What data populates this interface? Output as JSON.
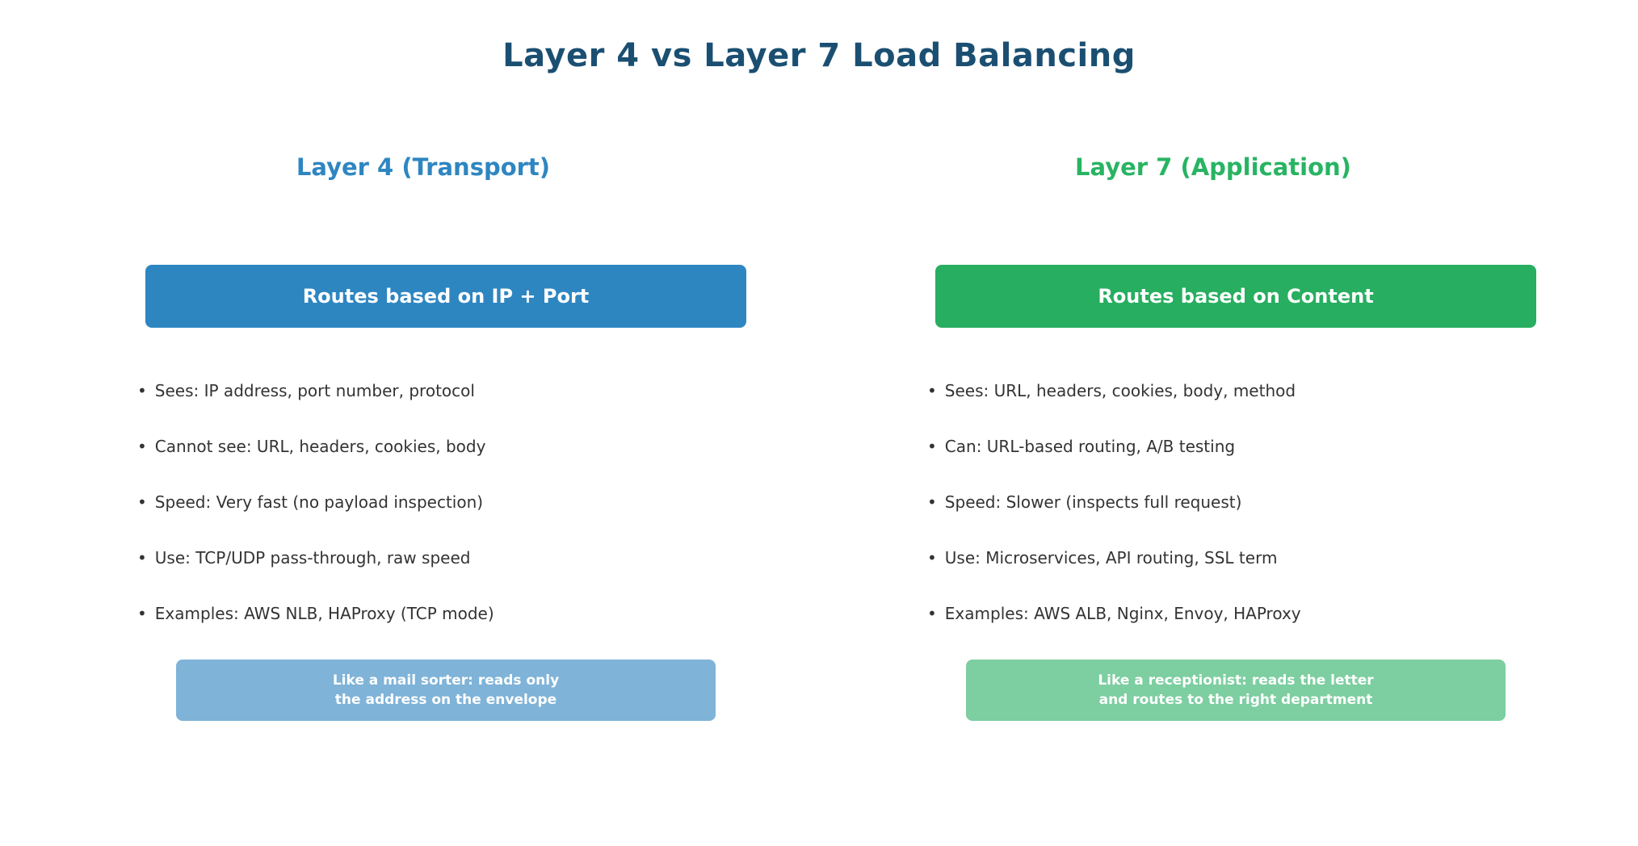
{
  "ui": {
    "bullet_char": "•"
  },
  "page": {
    "title": "Layer 4 vs Layer 7 Load Balancing"
  },
  "colors": {
    "title_text": "#1b4f72",
    "layer4_accent": "#2e86c1",
    "layer4_note_bg": "#7fb3d8",
    "layer7_accent": "#28b463",
    "layer7_banner_bg": "#27ae60",
    "layer7_note_bg": "#7dcea0",
    "body_text": "#333333",
    "banner_text": "#ffffff"
  },
  "columns": [
    {
      "heading": "Layer 4 (Transport)",
      "banner": "Routes based on IP + Port",
      "bullets": [
        "Sees: IP address, port number, protocol",
        "Cannot see: URL, headers, cookies, body",
        "Speed: Very fast (no payload inspection)",
        "Use: TCP/UDP pass-through, raw speed",
        "Examples: AWS NLB, HAProxy (TCP mode)"
      ],
      "note": [
        "Like a mail sorter: reads only",
        "the address on the envelope"
      ]
    },
    {
      "heading": "Layer 7 (Application)",
      "banner": "Routes based on Content",
      "bullets": [
        "Sees: URL, headers, cookies, body, method",
        "Can: URL-based routing, A/B testing",
        "Speed: Slower (inspects full request)",
        "Use: Microservices, API routing, SSL term",
        "Examples: AWS ALB, Nginx, Envoy, HAProxy"
      ],
      "note": [
        "Like a receptionist: reads the letter",
        "and routes to the right department"
      ]
    }
  ]
}
